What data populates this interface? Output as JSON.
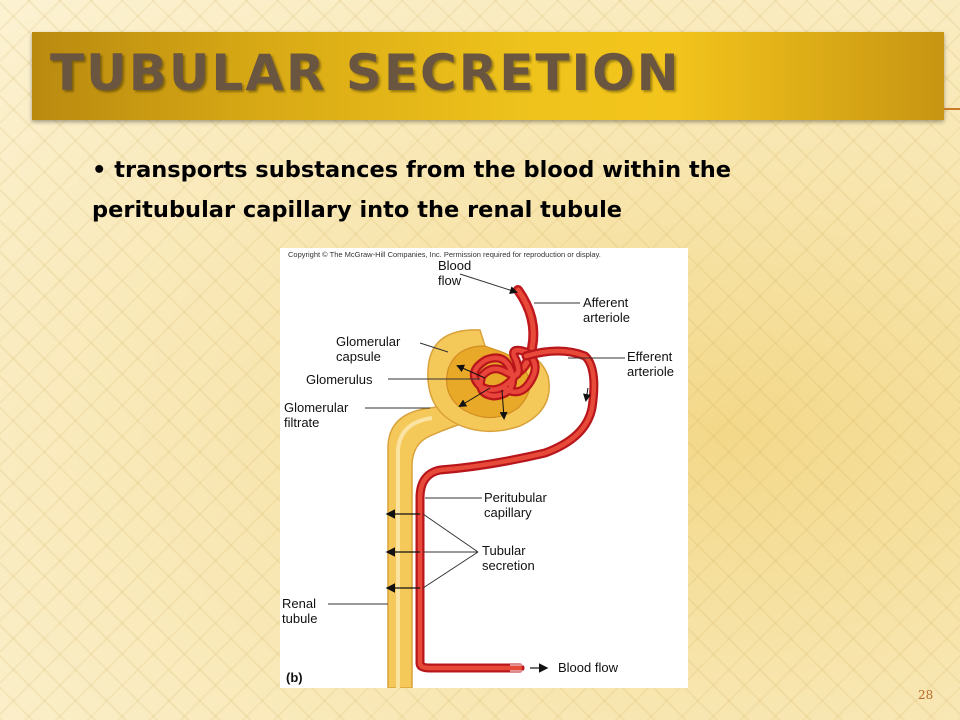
{
  "slide": {
    "title": "Tubular Secretion",
    "bullet": "transports substances from the blood within the peritubular capillary into the renal tubule",
    "page_number": "28"
  },
  "figure": {
    "copyright": "Copyright © The McGraw-Hill Companies, Inc. Permission required for reproduction or display.",
    "panel_label": "(b)",
    "labels": {
      "blood_flow_top_1": "Blood",
      "blood_flow_top_2": "flow",
      "afferent_1": "Afferent",
      "afferent_2": "arteriole",
      "efferent_1": "Efferent",
      "efferent_2": "arteriole",
      "glom_capsule_1": "Glomerular",
      "glom_capsule_2": "capsule",
      "glomerulus": "Glomerulus",
      "glom_filtrate_1": "Glomerular",
      "glom_filtrate_2": "filtrate",
      "peritubular_1": "Peritubular",
      "peritubular_2": "capillary",
      "tubular_secretion_1": "Tubular",
      "tubular_secretion_2": "secretion",
      "renal_tubule_1": "Renal",
      "renal_tubule_2": "tubule",
      "blood_flow_bottom": "Blood flow"
    },
    "colors": {
      "tubule": "#f5c85a",
      "capillary": "#d42a2a",
      "capsule_inner": "#e8a828"
    }
  }
}
